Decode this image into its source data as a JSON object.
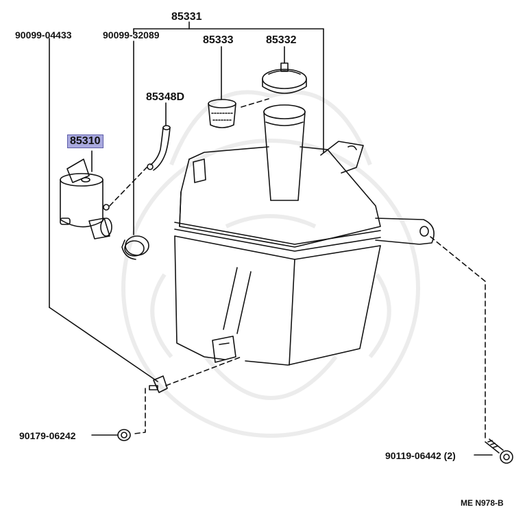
{
  "labels": {
    "assembly": "85331",
    "hose_clamp_screw": "90099-04433",
    "grommet": "90099-32089",
    "strainer": "85333",
    "cap": "85332",
    "hose": "85348D",
    "pump_motor": "85310",
    "nut": "90179-06242",
    "bolt": "90119-06442",
    "bolt_qty": "(2)",
    "diagram_code": "ME N978-B"
  },
  "colors": {
    "ink": "#111111",
    "highlight": "#a9a9de",
    "watermark": "#ececec"
  }
}
